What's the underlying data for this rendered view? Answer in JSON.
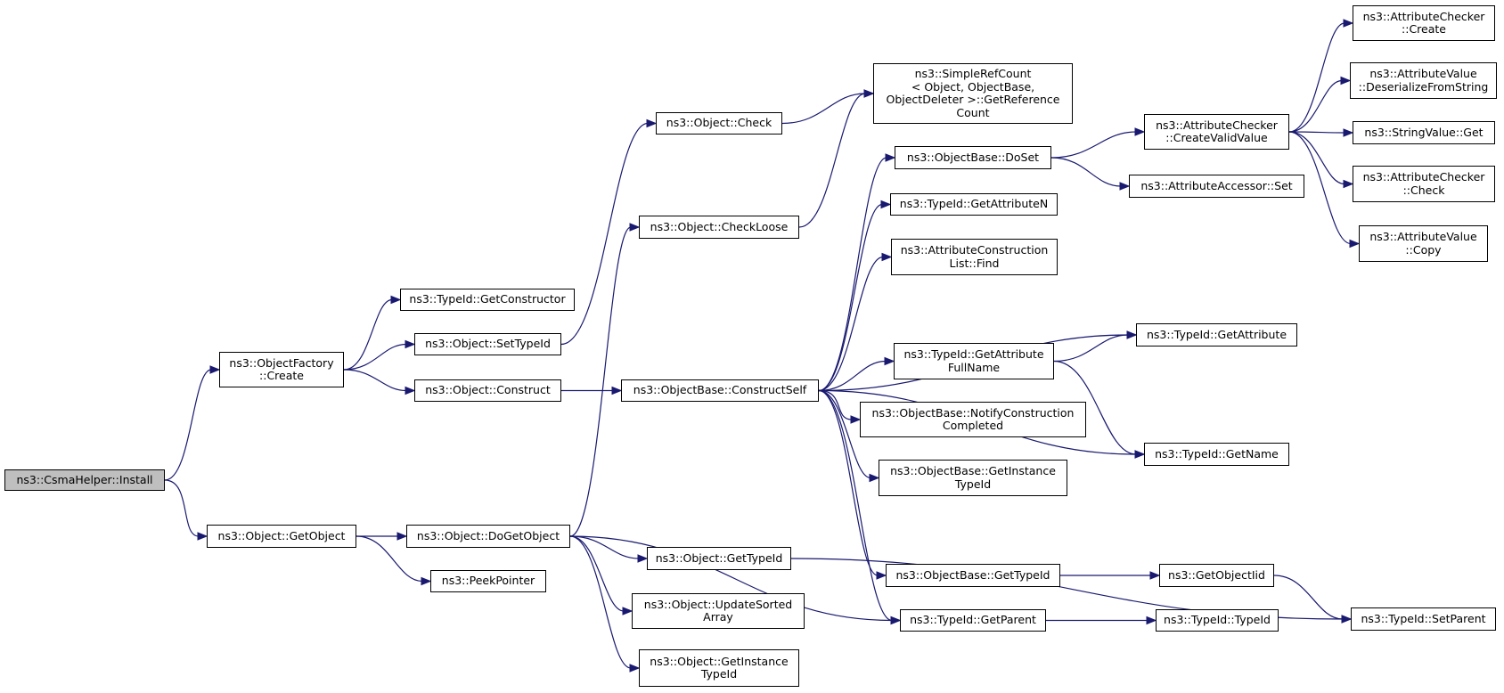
{
  "nodes": {
    "install": "ns3::CsmaHelper::Install",
    "factory_create": "ns3::ObjectFactory\n::Create",
    "get_object": "ns3::Object::GetObject",
    "typeid_get_constructor": "ns3::TypeId::GetConstructor",
    "object_set_typeid": "ns3::Object::SetTypeId",
    "object_construct": "ns3::Object::Construct",
    "object_do_get_object": "ns3::Object::DoGetObject",
    "peek_pointer": "ns3::PeekPointer",
    "object_check": "ns3::Object::Check",
    "object_check_loose": "ns3::Object::CheckLoose",
    "objectbase_construct_self": "ns3::ObjectBase::ConstructSelf",
    "object_get_typeid": "ns3::Object::GetTypeId",
    "object_update_sorted_array": "ns3::Object::UpdateSorted\nArray",
    "object_get_instance_typeid": "ns3::Object::GetInstance\nTypeId",
    "simple_ref_count": "ns3::SimpleRefCount\n< Object, ObjectBase,\n ObjectDeleter >::GetReference\nCount",
    "objectbase_doset": "ns3::ObjectBase::DoSet",
    "typeid_get_attribute_n": "ns3::TypeId::GetAttributeN",
    "attr_construction_list_find": "ns3::AttributeConstruction\nList::Find",
    "typeid_get_attribute_full_name": "ns3::TypeId::GetAttribute\nFullName",
    "objectbase_notify_construction": "ns3::ObjectBase::NotifyConstruction\nCompleted",
    "objectbase_get_instance_typeid": "ns3::ObjectBase::GetInstance\nTypeId",
    "objectbase_get_typeid": "ns3::ObjectBase::GetTypeId",
    "typeid_get_parent": "ns3::TypeId::GetParent",
    "attr_checker_create_valid_value": "ns3::AttributeChecker\n::CreateValidValue",
    "attr_accessor_set": "ns3::AttributeAccessor::Set",
    "typeid_get_attribute": "ns3::TypeId::GetAttribute",
    "typeid_get_name": "ns3::TypeId::GetName",
    "get_object_iid": "ns3::GetObjectIid",
    "typeid_typeid": "ns3::TypeId::TypeId",
    "attr_checker_create": "ns3::AttributeChecker\n::Create",
    "attr_value_deserialize": "ns3::AttributeValue\n::DeserializeFromString",
    "string_value_get": "ns3::StringValue::Get",
    "attr_checker_check": "ns3::AttributeChecker\n::Check",
    "attr_value_copy": "ns3::AttributeValue\n::Copy",
    "typeid_set_parent": "ns3::TypeId::SetParent"
  },
  "edges": [
    [
      "install",
      "factory_create"
    ],
    [
      "install",
      "get_object"
    ],
    [
      "factory_create",
      "typeid_get_constructor"
    ],
    [
      "factory_create",
      "object_set_typeid"
    ],
    [
      "factory_create",
      "object_construct"
    ],
    [
      "object_set_typeid",
      "object_check"
    ],
    [
      "object_construct",
      "objectbase_construct_self"
    ],
    [
      "get_object",
      "object_do_get_object"
    ],
    [
      "get_object",
      "peek_pointer"
    ],
    [
      "object_do_get_object",
      "object_check_loose"
    ],
    [
      "object_do_get_object",
      "object_get_typeid"
    ],
    [
      "object_do_get_object",
      "object_update_sorted_array"
    ],
    [
      "object_do_get_object",
      "object_get_instance_typeid"
    ],
    [
      "object_do_get_object",
      "typeid_get_parent"
    ],
    [
      "object_check",
      "simple_ref_count"
    ],
    [
      "object_check_loose",
      "simple_ref_count"
    ],
    [
      "object_get_typeid",
      "typeid_set_parent"
    ],
    [
      "objectbase_construct_self",
      "objectbase_doset"
    ],
    [
      "objectbase_construct_self",
      "typeid_get_attribute_n"
    ],
    [
      "objectbase_construct_self",
      "attr_construction_list_find"
    ],
    [
      "objectbase_construct_self",
      "typeid_get_attribute"
    ],
    [
      "objectbase_construct_self",
      "typeid_get_attribute_full_name"
    ],
    [
      "objectbase_construct_self",
      "objectbase_notify_construction"
    ],
    [
      "objectbase_construct_self",
      "objectbase_get_instance_typeid"
    ],
    [
      "objectbase_construct_self",
      "typeid_get_name"
    ],
    [
      "objectbase_construct_self",
      "objectbase_get_typeid"
    ],
    [
      "objectbase_construct_self",
      "typeid_get_parent"
    ],
    [
      "objectbase_doset",
      "attr_checker_create_valid_value"
    ],
    [
      "objectbase_doset",
      "attr_accessor_set"
    ],
    [
      "typeid_get_attribute_full_name",
      "typeid_get_attribute"
    ],
    [
      "typeid_get_attribute_full_name",
      "typeid_get_name"
    ],
    [
      "objectbase_get_typeid",
      "get_object_iid"
    ],
    [
      "typeid_get_parent",
      "typeid_typeid"
    ],
    [
      "get_object_iid",
      "typeid_set_parent"
    ],
    [
      "attr_checker_create_valid_value",
      "attr_checker_create"
    ],
    [
      "attr_checker_create_valid_value",
      "attr_value_deserialize"
    ],
    [
      "attr_checker_create_valid_value",
      "string_value_get"
    ],
    [
      "attr_checker_create_valid_value",
      "attr_checker_check"
    ],
    [
      "attr_checker_create_valid_value",
      "attr_value_copy"
    ]
  ]
}
